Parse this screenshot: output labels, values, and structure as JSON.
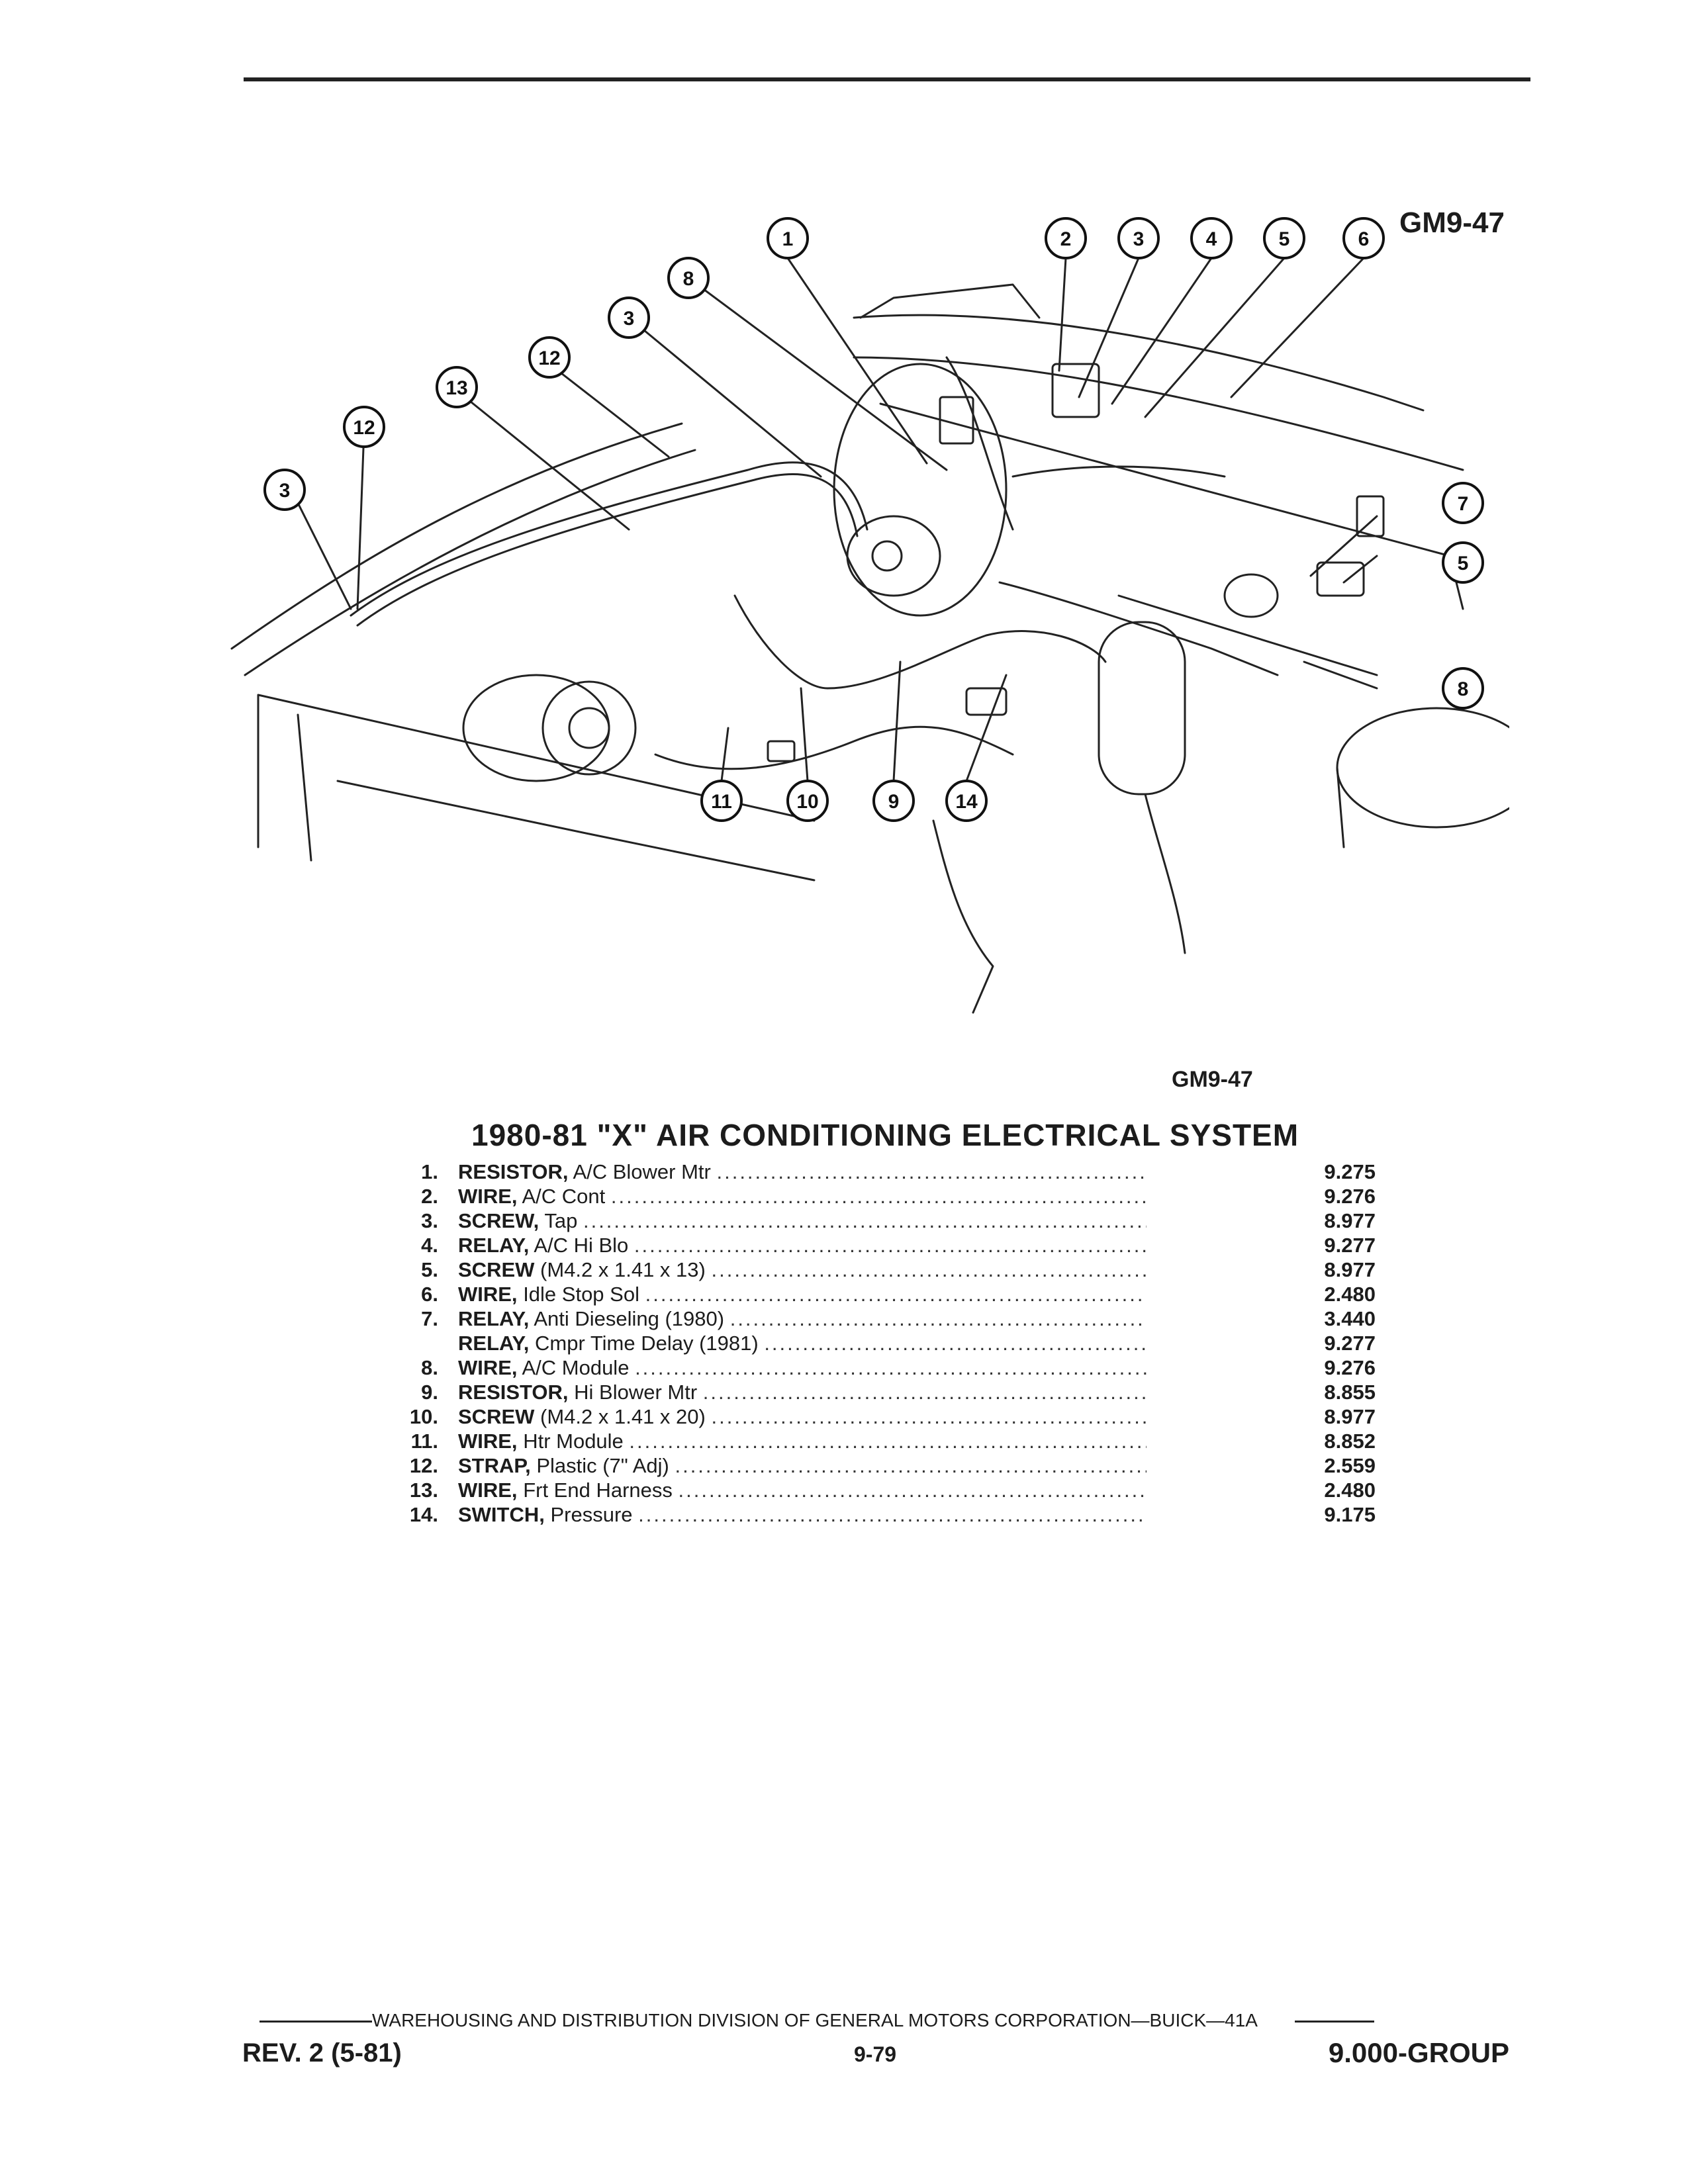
{
  "figure_id_top": "GM9-47",
  "figure_id_bottom": "GM9-47",
  "title": "1980-81 \"X\" AIR CONDITIONING ELECTRICAL SYSTEM",
  "parts": [
    {
      "num": "1.",
      "name": "RESISTOR,",
      "desc": "A/C Blower Mtr",
      "price": "9.275"
    },
    {
      "num": "2.",
      "name": "WIRE,",
      "desc": "A/C Cont",
      "price": "9.276"
    },
    {
      "num": "3.",
      "name": "SCREW,",
      "desc": "Tap",
      "price": "8.977"
    },
    {
      "num": "4.",
      "name": "RELAY,",
      "desc": "A/C Hi Blo",
      "price": "9.277"
    },
    {
      "num": "5.",
      "name": "SCREW",
      "desc": "(M4.2 x 1.41 x 13)",
      "price": "8.977"
    },
    {
      "num": "6.",
      "name": "WIRE,",
      "desc": "Idle Stop Sol",
      "price": "2.480"
    },
    {
      "num": "7.",
      "name": "RELAY,",
      "desc": "Anti Dieseling (1980)",
      "price": "3.440"
    },
    {
      "num": "",
      "name": "RELAY,",
      "desc": "Cmpr Time Delay (1981)",
      "price": "9.277"
    },
    {
      "num": "8.",
      "name": "WIRE,",
      "desc": "A/C Module",
      "price": "9.276"
    },
    {
      "num": "9.",
      "name": "RESISTOR,",
      "desc": "Hi Blower Mtr",
      "price": "8.855"
    },
    {
      "num": "10.",
      "name": "SCREW",
      "desc": "(M4.2 x 1.41 x 20)",
      "price": "8.977"
    },
    {
      "num": "11.",
      "name": "WIRE,",
      "desc": "Htr Module",
      "price": "8.852"
    },
    {
      "num": "12.",
      "name": "STRAP,",
      "desc": "Plastic (7\" Adj)",
      "price": "2.559"
    },
    {
      "num": "13.",
      "name": "WIRE,",
      "desc": "Frt End Harness",
      "price": "2.480"
    },
    {
      "num": "14.",
      "name": "SWITCH,",
      "desc": "Pressure",
      "price": "9.175"
    }
  ],
  "callouts": [
    "1",
    "2",
    "3",
    "4",
    "5",
    "6",
    "8",
    "3",
    "12",
    "13",
    "12",
    "3",
    "7",
    "5",
    "8",
    "11",
    "10",
    "9",
    "14"
  ],
  "footer": {
    "division": "WAREHOUSING AND DISTRIBUTION  DIVISION OF GENERAL MOTORS CORPORATION—BUICK—41A",
    "revision": "REV. 2 (5-81)",
    "page_number": "9-79",
    "group": "9.000-GROUP"
  }
}
